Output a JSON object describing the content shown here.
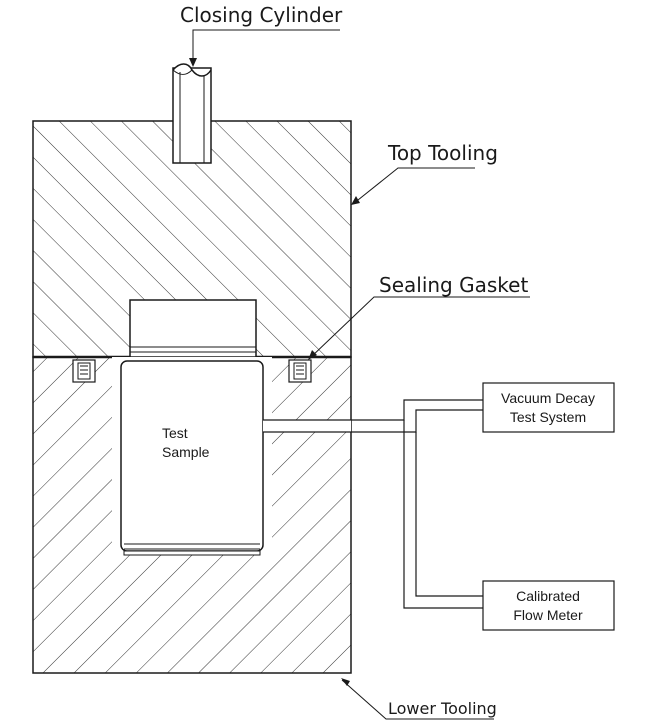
{
  "labels": {
    "closing_cylinder": "Closing Cylinder",
    "top_tooling": "Top Tooling",
    "sealing_gasket": "Sealing Gasket",
    "lower_tooling": "Lower Tooling",
    "test_sample_line1": "Test",
    "test_sample_line2": "Sample",
    "vacuum_line1": "Vacuum Decay",
    "vacuum_line2": "Test System",
    "flow_line1": "Calibrated",
    "flow_line2": "Flow Meter"
  }
}
